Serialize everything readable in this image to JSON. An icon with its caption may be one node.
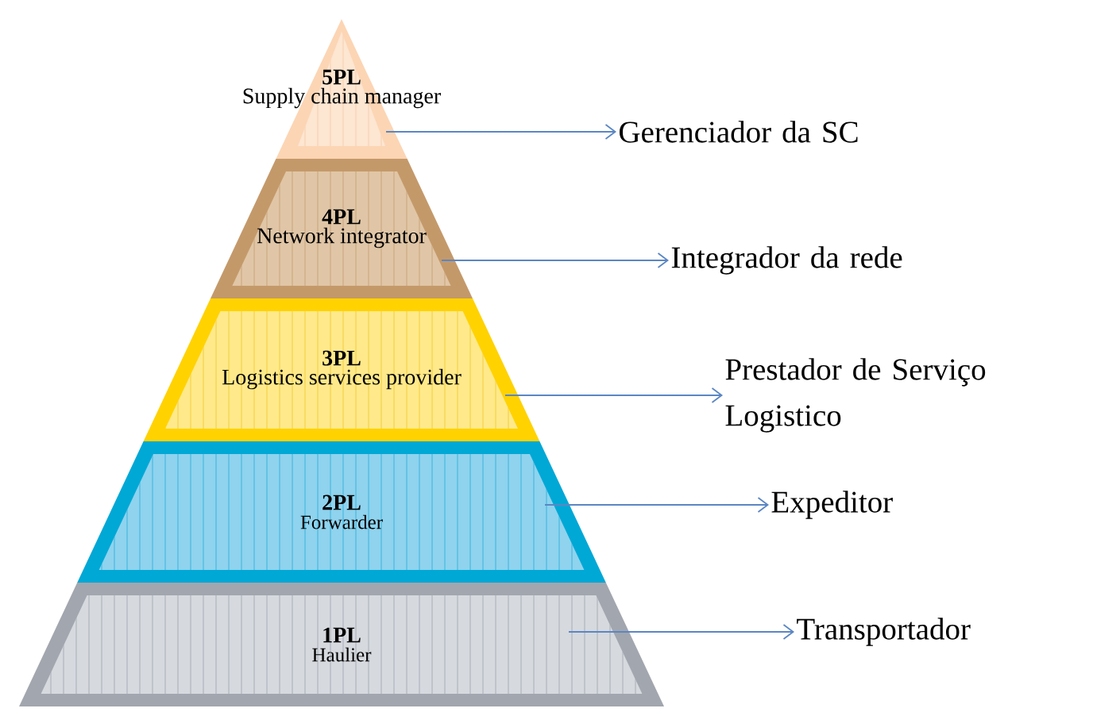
{
  "diagram": {
    "nodes": [
      {
        "text": [
          "5PL",
          "Supply chain manager"
        ]
      },
      {
        "text": [
          "4PL",
          "Network integrator"
        ]
      },
      {
        "text": [
          "3PL",
          "Logistics services provider"
        ]
      },
      {
        "text": [
          "2PL",
          "Forwarder"
        ]
      },
      {
        "text": [
          "1PL",
          "Haulier"
        ]
      },
      {
        "text": [
          "Gerenciador da SC"
        ]
      },
      {
        "text": [
          "Integrador da rede"
        ]
      },
      {
        "text": [
          "Prestador de Serviço Logistico"
        ]
      },
      {
        "text": [
          "Expeditor"
        ]
      },
      {
        "text": [
          "Transportador"
        ]
      }
    ],
    "edges": [
      {
        "from": 0,
        "to": 5,
        "arrow": "to"
      },
      {
        "from": 1,
        "to": 6,
        "arrow": "to"
      },
      {
        "from": 2,
        "to": 7,
        "arrow": "to"
      },
      {
        "from": 3,
        "to": 8,
        "arrow": "to"
      },
      {
        "from": 4,
        "to": 9,
        "arrow": "to"
      }
    ]
  }
}
